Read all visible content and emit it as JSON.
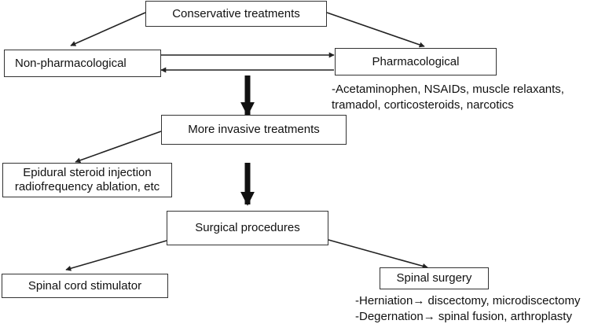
{
  "nodes": {
    "conservative": "Conservative treatments",
    "non_pharm": "Non-pharmacological",
    "pharm": "Pharmacological",
    "pharm_notes": [
      "-Acetaminophen, NSAIDs, muscle relaxants,",
      "tramadol, corticosteroids, narcotics"
    ],
    "invasive": "More invasive treatments",
    "epidural": [
      "Epidural steroid injection",
      "radiofrequency ablation, etc"
    ],
    "surgical": "Surgical procedures",
    "spinal_cord": "Spinal cord stimulator",
    "spinal_surgery": "Spinal surgery",
    "surgery_notes": [
      "-Herniation→ discectomy, microdiscectomy",
      "-Degernation→ spinal fusion, arthroplasty"
    ]
  },
  "colors": {
    "line": "#222222",
    "border": "#333333",
    "text": "#111111"
  }
}
